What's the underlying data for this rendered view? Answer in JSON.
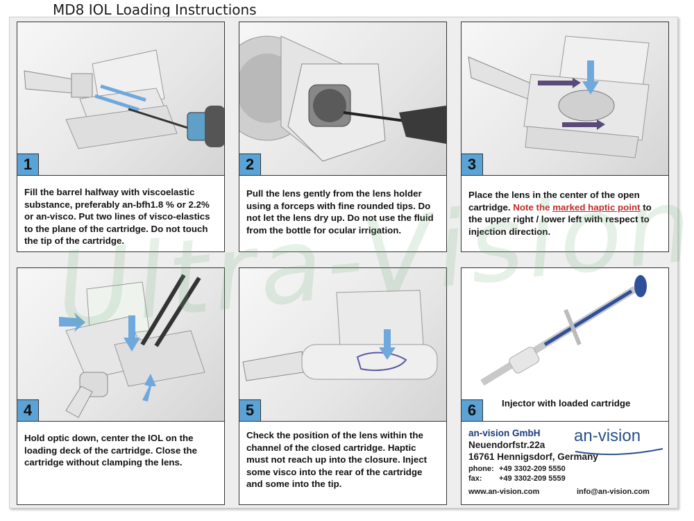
{
  "title": "MD8 IOL Loading Instructions",
  "panels": [
    {
      "number": "1",
      "text": "Fill the barrel halfway with viscoelastic substance, preferably an-bfh1.8 % or 2.2% or an-visco. Put two lines of visco-elastics to the plane of the cartridge. Do not touch the tip of the cartridge."
    },
    {
      "number": "2",
      "text": "Pull the lens gently from the lens holder using a forceps with fine rounded tips. Do not let the lens dry up. Do not use the fluid from the bottle for ocular irrigation."
    },
    {
      "number": "3",
      "text_before": "Place the lens in the center of the open cartridge. ",
      "note": "Note the ",
      "note_link": "marked haptic point",
      "text_after": " to the upper right / lower left with respect to injection direction."
    },
    {
      "number": "4",
      "text": "Hold optic down, center the IOL on the loading deck of the cartridge. Close the cartridge without clamping the lens."
    },
    {
      "number": "5",
      "text": "Check the position of the lens within the channel of the closed cartridge. Haptic must not reach up into the closure.   Inject some visco into the rear of the cartridge and some into the tip."
    },
    {
      "number": "6",
      "caption": "Injector with loaded cartridge"
    }
  ],
  "company": {
    "name": "an-vision GmbH",
    "street": "Neuendorfstr.22a",
    "city": "16761 Hennigsdorf, Germany",
    "phone_label": "phone:",
    "phone": "+49 3302-209 5550",
    "fax_label": "fax:",
    "fax": "+49 3302-209 5559",
    "website": "www.an-vision.com",
    "email": "info@an-vision.com",
    "logo_text": "an-vision"
  },
  "watermark": "Ultra-Vision",
  "colors": {
    "step_badge": "#5ba3d6",
    "note": "#c22a2a",
    "logo": "#2a4f8a"
  }
}
